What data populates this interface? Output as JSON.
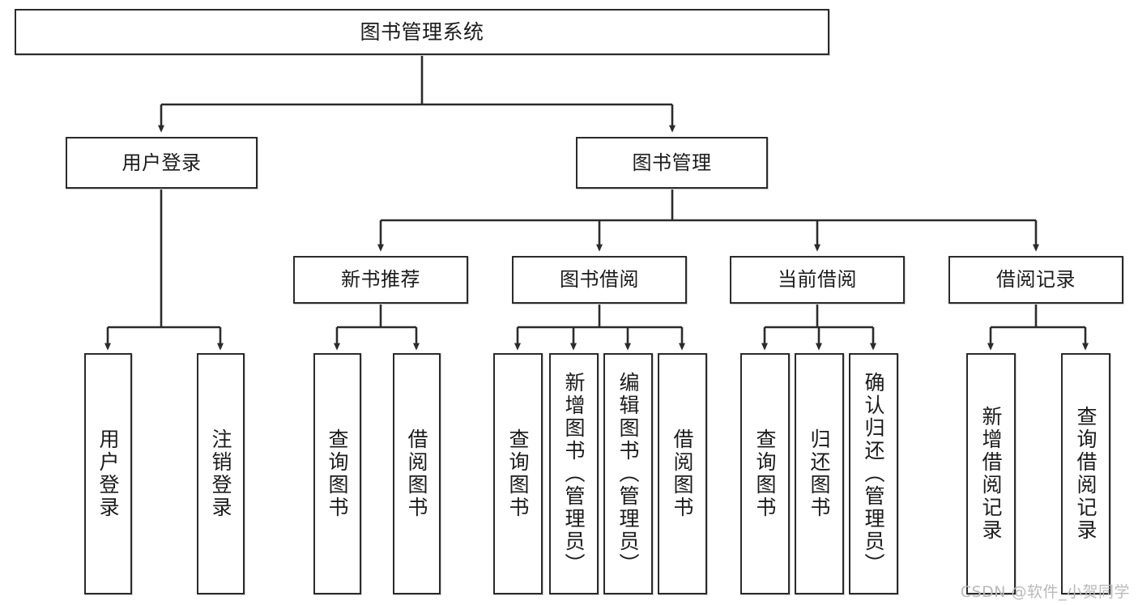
{
  "diagram": {
    "type": "tree-hierarchy",
    "title_node": "图书管理系统",
    "watermark": "CSDN @软件_小贺同学",
    "colors": {
      "stroke": "#2b2b2b",
      "fill": "#ffffff",
      "text": "#1b1b1b",
      "watermark": "#b9b9b9"
    },
    "nodes": {
      "root": {
        "label": "图书管理系统"
      },
      "level2": [
        {
          "label": "用户登录"
        },
        {
          "label": "图书管理"
        }
      ],
      "level3": [
        {
          "label": "新书推荐"
        },
        {
          "label": "图书借阅"
        },
        {
          "label": "当前借阅"
        },
        {
          "label": "借阅记录"
        }
      ],
      "leaves": {
        "user_login": [
          {
            "label": "用户登录"
          },
          {
            "label": "注销登录"
          }
        ],
        "new_book_recommend": [
          {
            "label": "查询图书"
          },
          {
            "label": "借阅图书"
          }
        ],
        "book_borrow": [
          {
            "label": "查询图书"
          },
          {
            "label": "新增图书（管理员）"
          },
          {
            "label": "编辑图书（管理员）"
          },
          {
            "label": "借阅图书"
          }
        ],
        "current_borrow": [
          {
            "label": "查询图书"
          },
          {
            "label": "归还图书"
          },
          {
            "label": "确认归还（管理员）"
          }
        ],
        "borrow_records": [
          {
            "label": "新增借阅记录"
          },
          {
            "label": "查询借阅记录"
          }
        ]
      }
    }
  }
}
